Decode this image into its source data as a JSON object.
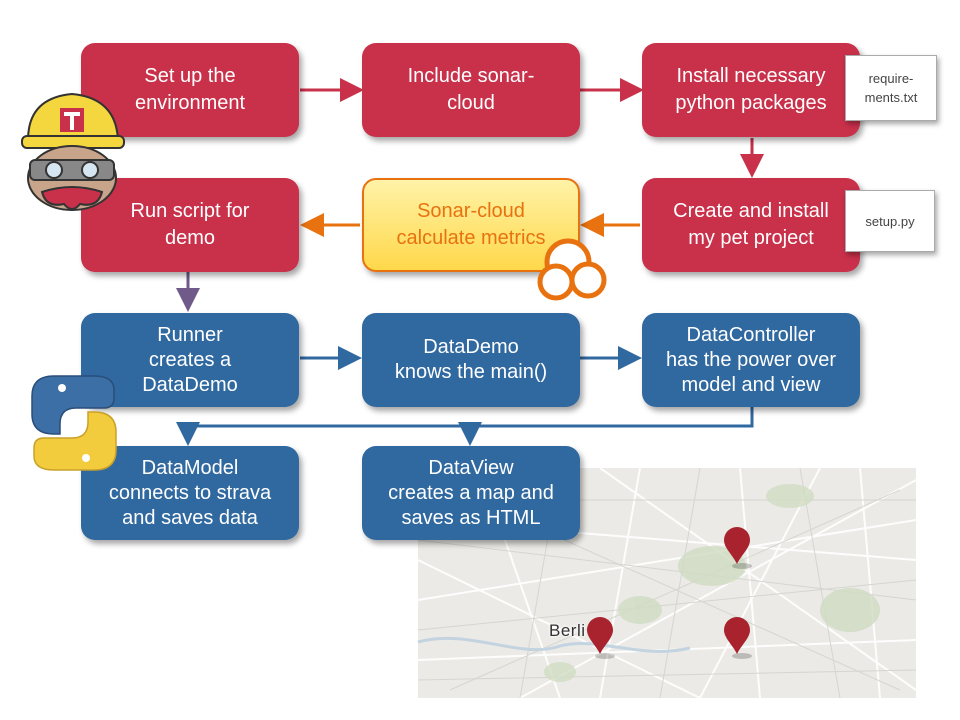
{
  "steps": {
    "setup_env": "Set up the\nenvironment",
    "include_sonar": "Include sonar-\ncloud",
    "install_packages": "Install necessary\npython packages",
    "run_script": "Run script for\ndemo",
    "sonar_metrics": "Sonar-cloud\ncalculate metrics",
    "install_project": "Create and install\nmy pet project",
    "runner": "Runner\ncreates a\nDataDemo",
    "datademo": "DataDemo\nknows the main()",
    "datacontroller": "DataController\nhas the power over\nmodel and view",
    "datamodel": "DataModel\nconnects to strava\nand saves data",
    "dataview": "DataView\ncreates a map and\nsaves as HTML"
  },
  "docs": {
    "requirements": "require-\nments.txt",
    "setup": "setup.py"
  },
  "map": {
    "city_label": "Berli"
  },
  "colors": {
    "red": "#c9304a",
    "blue": "#3068a0",
    "orange": "#e8720f",
    "yellow": "#ffd84a"
  },
  "icons": [
    "travis-ci-mascot-icon",
    "sonarcloud-logo-icon",
    "python-logo-icon",
    "map-pin-icon"
  ]
}
